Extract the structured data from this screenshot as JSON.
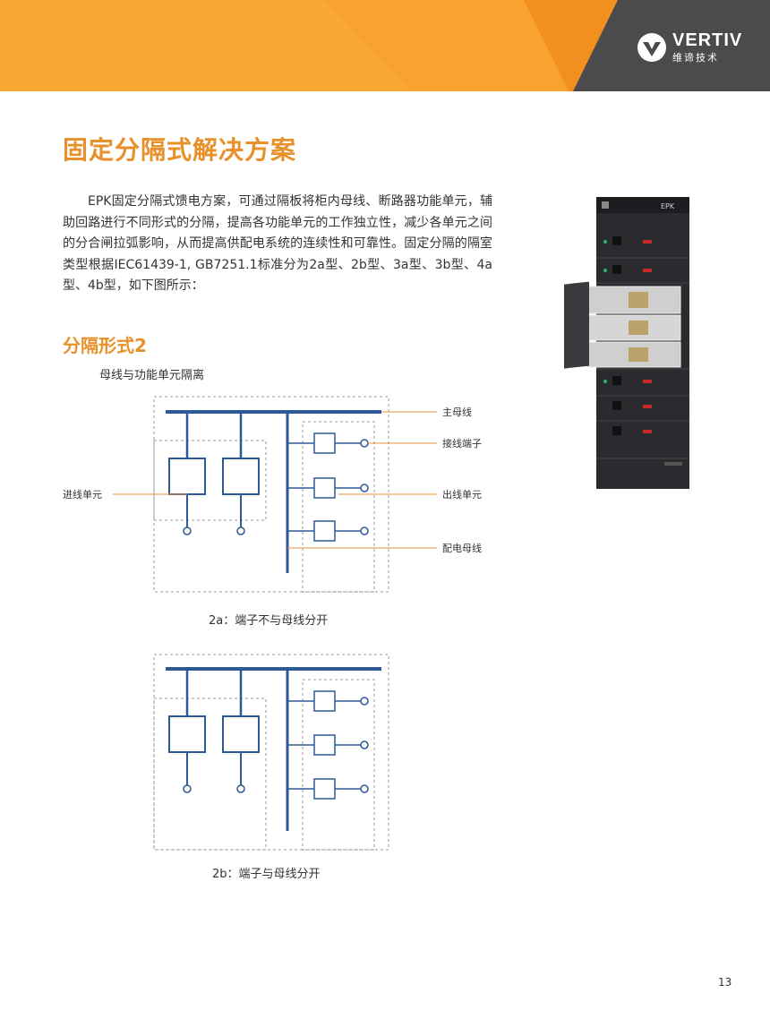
{
  "header": {
    "brand": "VERTIV",
    "brand_sub": "维谛技术",
    "colors": {
      "orange_light": "#f9a833",
      "orange_dark": "#f18f1f",
      "gray": "#4b4b4d"
    }
  },
  "title": "固定分隔式解决方案",
  "intro": "EPK固定分隔式馈电方案，可通过隔板将柜内母线、断路器功能单元，辅助回路进行不同形式的分隔，提高各功能单元的工作独立性，减少各单元之间的分合闸拉弧影响，从而提高供配电系统的连续性和可靠性。固定分隔的隔室类型根据IEC61439-1, GB7251.1标准分为2a型、2b型、3a型、3b型、4a型、4b型，如下图所示：",
  "section_heading": "分隔形式2",
  "subheading": "母线与功能单元隔离",
  "diagram_a": {
    "labels": {
      "main_busbar": "主母线",
      "terminal": "接线端子",
      "incoming_unit": "进线单元",
      "outgoing_unit": "出线单元",
      "distribution_busbar": "配电母线"
    },
    "caption": "2a：端子不与母线分开"
  },
  "diagram_b": {
    "caption": "2b：端子与母线分开"
  },
  "product_image": {
    "label": "EPK"
  },
  "page_number": "13"
}
